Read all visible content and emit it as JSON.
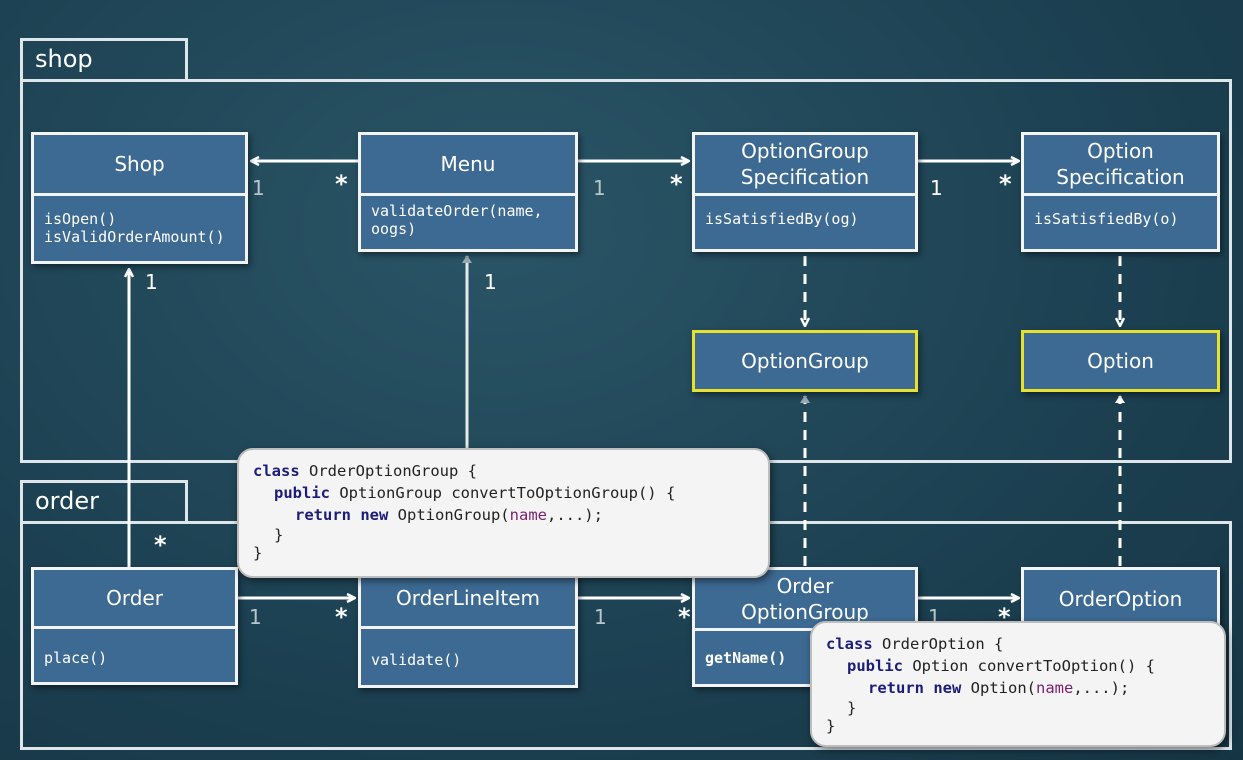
{
  "packages": {
    "shop": "shop",
    "order": "order"
  },
  "classes": {
    "shop": {
      "name": "Shop",
      "ops": "isOpen()\nisValidOrderAmount()"
    },
    "menu": {
      "name": "Menu",
      "ops": "validateOrder(name,\noogs)"
    },
    "ogspec": {
      "name": "OptionGroup\nSpecification",
      "ops": "isSatisfiedBy(og)"
    },
    "ospec": {
      "name": "Option\nSpecification",
      "ops": "isSatisfiedBy(o)"
    },
    "optiongroup": {
      "name": "OptionGroup"
    },
    "option": {
      "name": "Option"
    },
    "order": {
      "name": "Order",
      "ops": "place()"
    },
    "orderlineitem": {
      "name": "OrderLineItem",
      "ops": "validate()"
    },
    "orderoptiongroup": {
      "name": "Order\nOptionGroup",
      "ops": "getName()"
    },
    "orderoption": {
      "name": "OrderOption"
    }
  },
  "multiplicities": {
    "shop_menu_1": "1",
    "shop_menu_star": "*",
    "menu_ogspec_1": "1",
    "menu_ogspec_star": "*",
    "ogspec_ospec_1": "1",
    "ogspec_ospec_star": "*",
    "order_shop_1": "1",
    "order_shop_star": "*",
    "oli_menu_1": "1",
    "order_oli_1": "1",
    "order_oli_star": "*",
    "oli_oog_1": "1",
    "oli_oog_star": "*",
    "oog_oo_1": "1",
    "oog_oo_star": "*"
  },
  "callout_group": {
    "l1_kw": "class",
    "l1_rest": " OrderOptionGroup {",
    "l2_kw": "public",
    "l2_rest": " OptionGroup convertToOptionGroup() {",
    "l3_kw": "return new",
    "l3_mid": " OptionGroup(",
    "l3_field": "name",
    "l3_end": ",...);",
    "l4": "}",
    "l5": "}"
  },
  "callout_option": {
    "l1_kw": "class",
    "l1_rest": " OrderOption {",
    "l2_kw": "public",
    "l2_rest": " Option convertToOption() {",
    "l3_kw": "return new",
    "l3_mid": " Option(",
    "l3_field": "name",
    "l3_end": ",...);",
    "l4": "}",
    "l5": "}"
  }
}
